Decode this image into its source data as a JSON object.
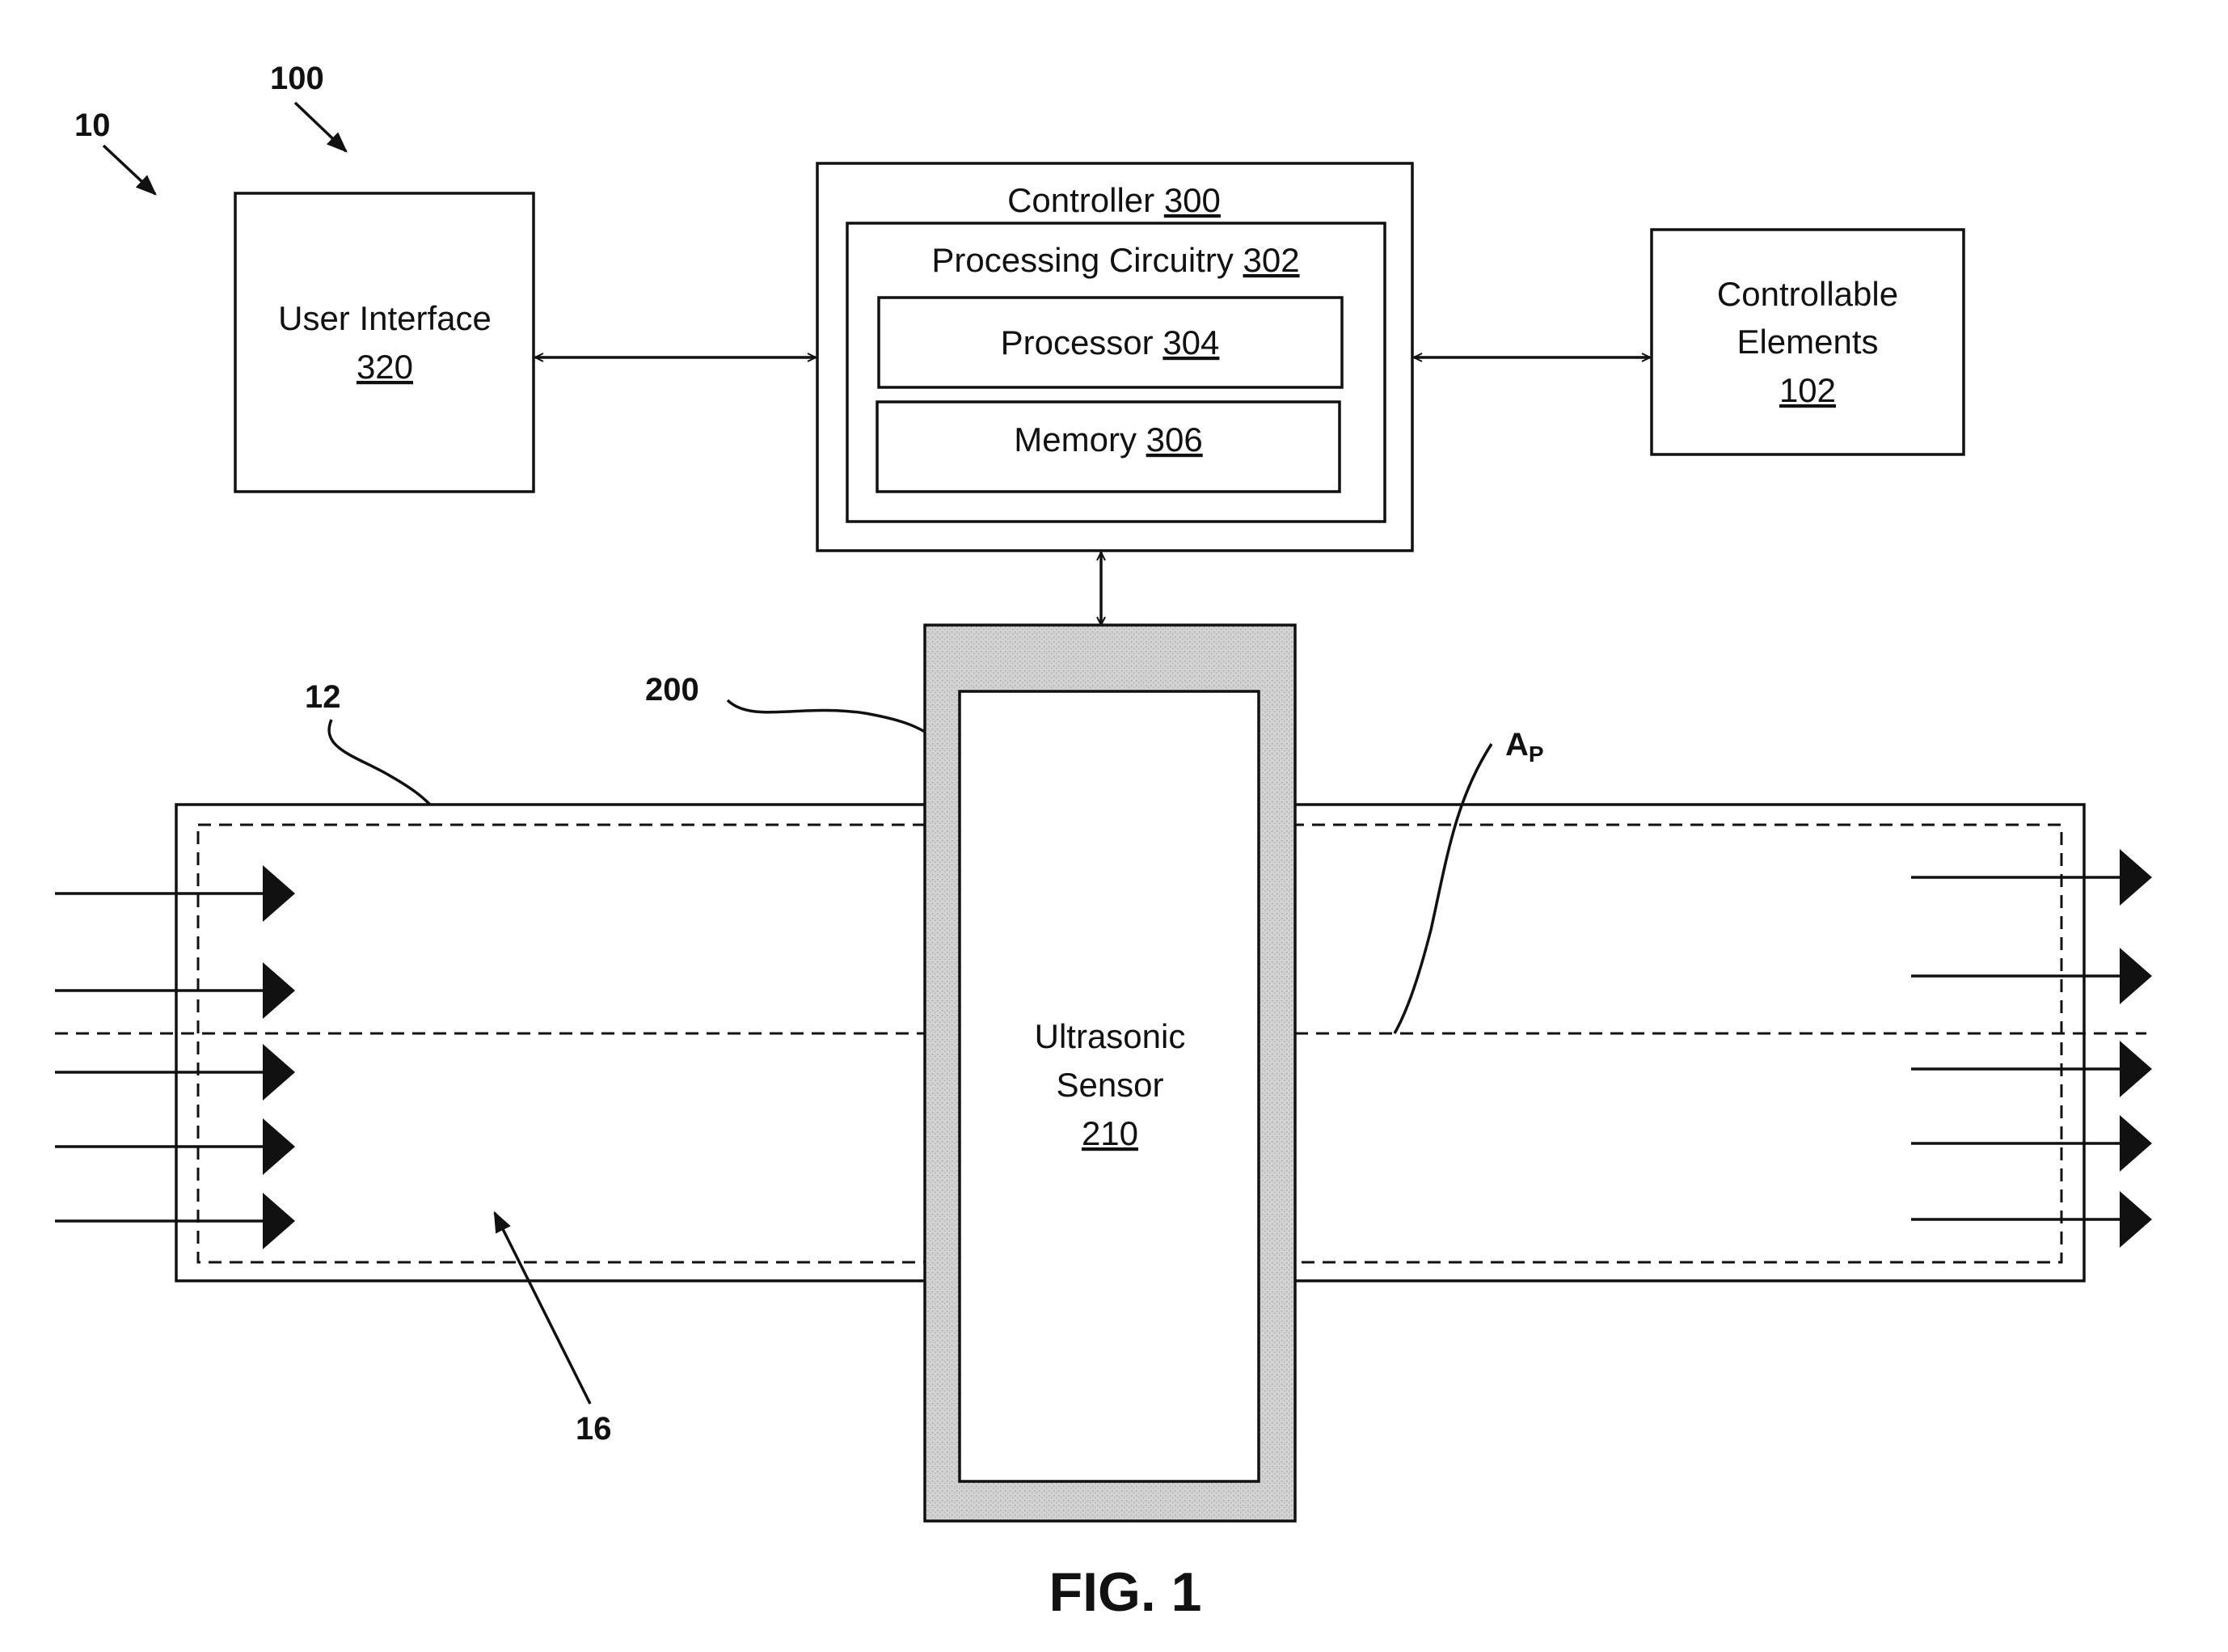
{
  "figure": {
    "caption": "FIG. 1",
    "refs": {
      "system": "10",
      "apparatus": "100",
      "pipe": "12",
      "fluid": "16",
      "sensor_housing": "200",
      "axis": "A",
      "axis_subscript": "P"
    },
    "blocks": {
      "user_interface": {
        "label": "User Interface",
        "number": "320"
      },
      "controller": {
        "label": "Controller",
        "number": "300"
      },
      "processing_circuitry": {
        "label": "Processing Circuitry",
        "number": "302"
      },
      "processor": {
        "label": "Processor",
        "number": "304"
      },
      "memory": {
        "label": "Memory",
        "number": "306"
      },
      "controllable_elements": {
        "label_line1": "Controllable",
        "label_line2": "Elements",
        "number": "102"
      },
      "ultrasonic_sensor": {
        "label_line1": "Ultrasonic",
        "label_line2": "Sensor",
        "number": "210"
      }
    }
  }
}
